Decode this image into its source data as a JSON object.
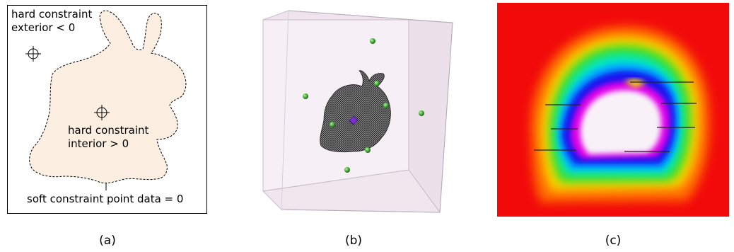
{
  "figure": {
    "panel_a": {
      "label_exterior_line1": "hard constraint",
      "label_exterior_line2": "exterior < 0",
      "label_interior_line1": "hard constraint",
      "label_interior_line2": "interior > 0",
      "label_soft": "soft constraint point data = 0",
      "caption": "(a)",
      "shape_fill": "#fdeee2"
    },
    "panel_b": {
      "caption": "(b)",
      "sphere_color": "#4db33d",
      "center_color": "#7a2fd0",
      "box_color": "#efe4ee"
    },
    "panel_c": {
      "caption": "(c)",
      "colormap": "red-yellow-green-cyan-blue-magenta-white"
    }
  }
}
